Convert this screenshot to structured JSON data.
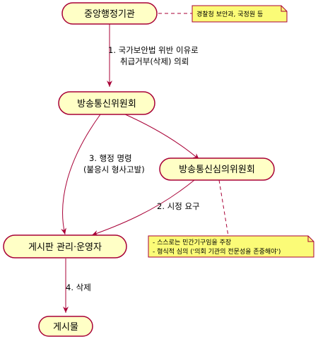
{
  "nodes": {
    "central_agency": "중앙행정기관",
    "kcc": "방송통신위원회",
    "kcsc": "방송통신심의위원회",
    "operator": "게시판 관리·운영자",
    "post": "게시물"
  },
  "edges": {
    "request_line1": "1. 국가보안법 위반 이유로",
    "request_line2": "취급거부(삭제) 의뢰",
    "order_line1": "3. 행정 명령",
    "order_line2": "(불응시 형사고발)",
    "correction": "2. 시정 요구",
    "delete": "4. 삭제"
  },
  "notes": {
    "agencies": "경찰청 보안과, 국정원 등",
    "kcsc_line1": "- 스스로는 민간기구임을 주장",
    "kcsc_line2": "- 형식적 심의 ('의회 기관의 전문성을 존중해야')"
  },
  "colors": {
    "node_fill": "#ffffc6",
    "node_stroke": "#a80036",
    "edge": "#a80036",
    "note_fill": "#fbfb77"
  }
}
